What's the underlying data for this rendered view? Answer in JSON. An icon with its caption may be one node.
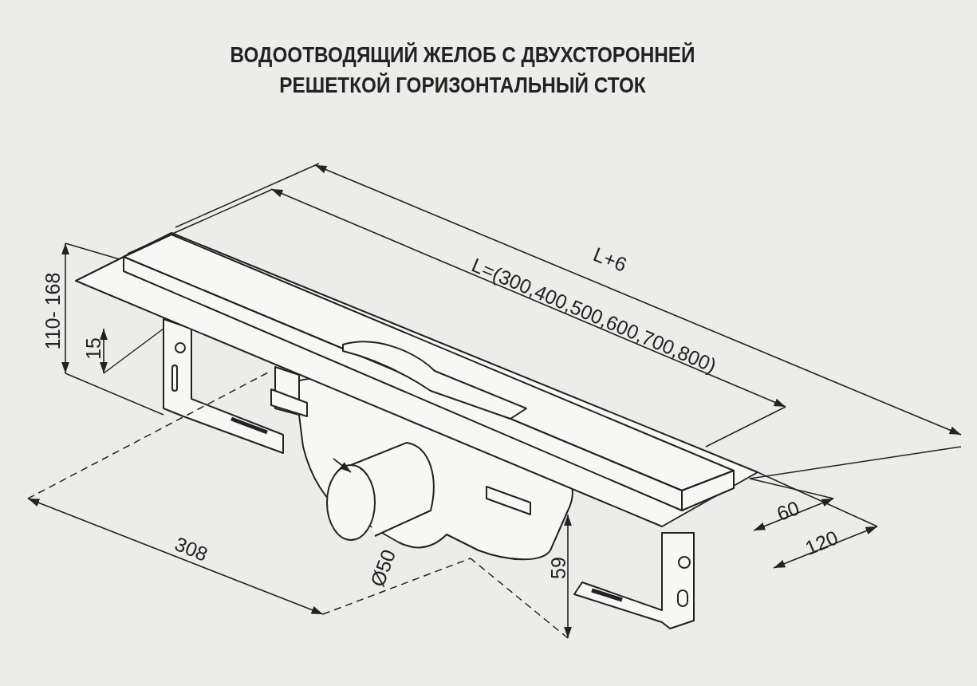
{
  "diagram": {
    "title": "ВОДООТВОДЯЩИЙ ЖЕЛОБ С ДВУХСТОРОННЕЙ РЕШЕТКОЙ ГОРИЗОНТАЛЬНЫЙ СТОК",
    "labels": [
      "L+6",
      "L=(300,400,500,600,700,800)",
      "110- 168",
      "15",
      "308",
      "Ø50",
      "59",
      "60",
      "120"
    ]
  }
}
